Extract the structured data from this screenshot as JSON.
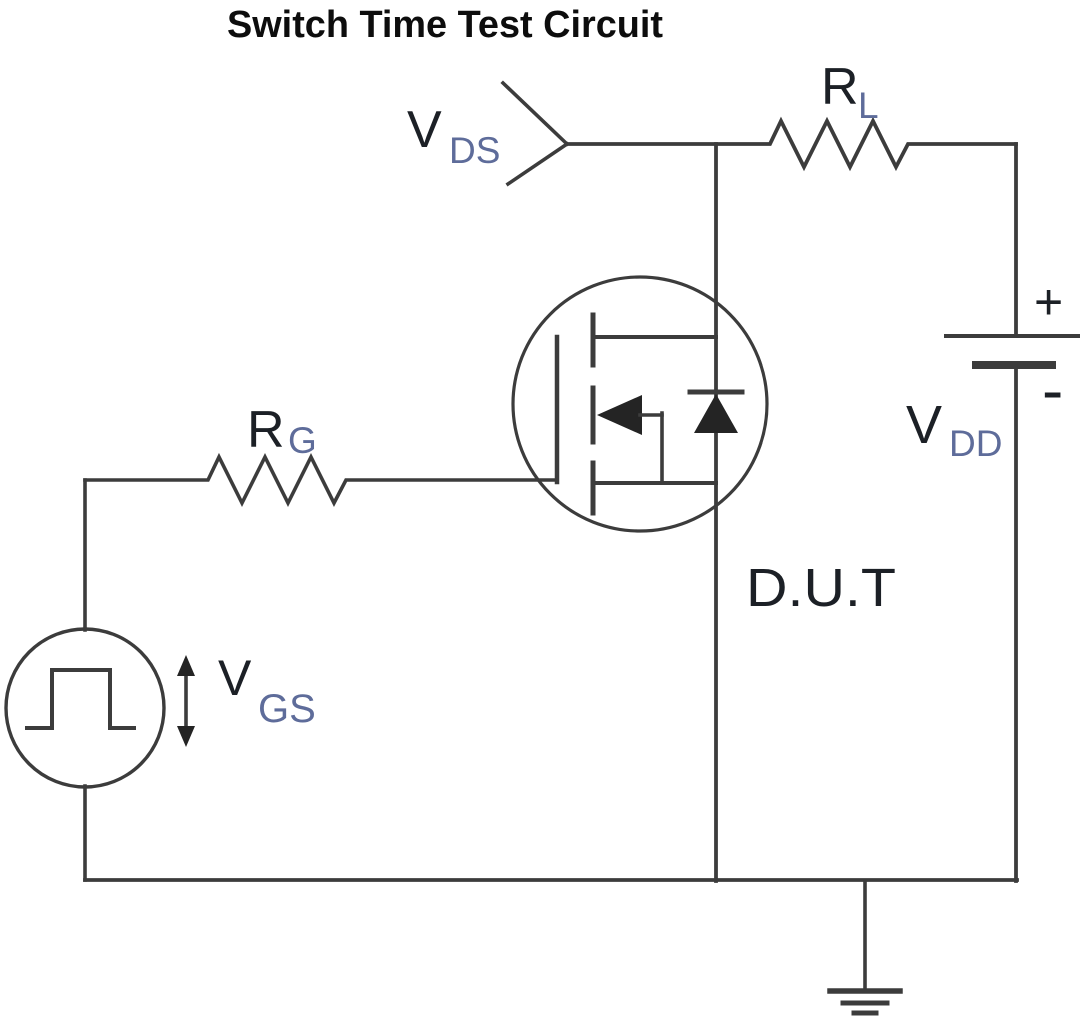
{
  "title": "Switch Time Test Circuit",
  "labels": {
    "vds": {
      "base": "V",
      "sub": "DS"
    },
    "rl": {
      "base": "R",
      "sub": "L"
    },
    "rg": {
      "base": "R",
      "sub": "G"
    },
    "vdd": {
      "base": "V",
      "sub": "DD"
    },
    "vgs": {
      "base": "V",
      "sub": "GS"
    },
    "dut": "D.U.T",
    "supply_polarity": {
      "plus": "+",
      "minus": "-"
    }
  },
  "components": [
    {
      "name": "vds-probe",
      "label": "VDS",
      "type": "voltage-probe"
    },
    {
      "name": "load-resistor",
      "label": "RL",
      "type": "resistor"
    },
    {
      "name": "dc-supply",
      "label": "VDD",
      "type": "battery",
      "polarity_top": "+",
      "polarity_bottom": "-"
    },
    {
      "name": "device-under-test",
      "label": "D.U.T",
      "type": "n-channel-mosfet-with-body-diode"
    },
    {
      "name": "gate-resistor",
      "label": "RG",
      "type": "resistor"
    },
    {
      "name": "pulse-source",
      "label": "VGS",
      "type": "pulse-voltage-source"
    },
    {
      "name": "ground",
      "type": "earth-ground"
    }
  ],
  "colors": {
    "background": "#ffffff",
    "wire": "#3c3c3c",
    "symbol_fill": "#242424",
    "text_primary": "#1c2026",
    "text_subscript": "#5e6c9a",
    "title": "#0d0d0d"
  }
}
